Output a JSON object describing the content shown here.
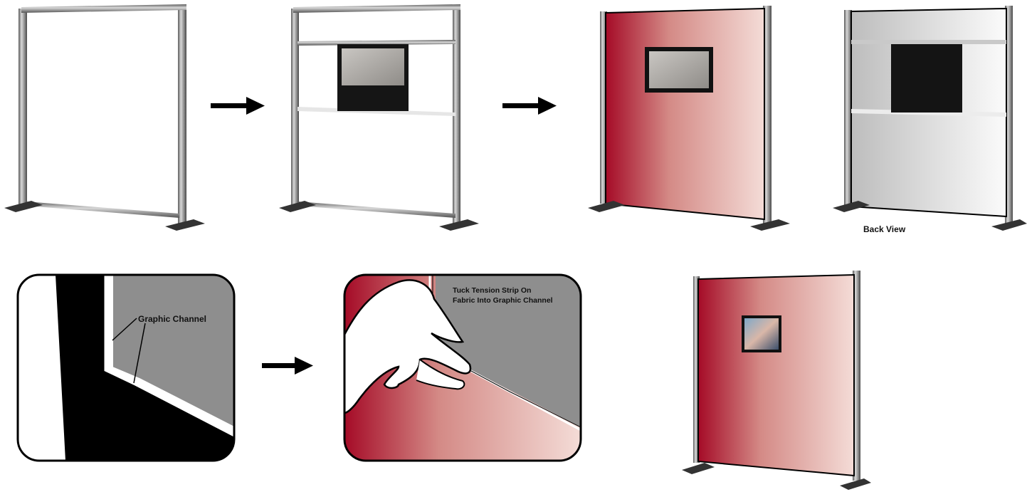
{
  "labels": {
    "back_view": "Back View",
    "graphic_channel": "Graphic Channel",
    "tuck_line1": "Tuck Tension Strip On",
    "tuck_line2": "Fabric Into Graphic Channel"
  },
  "colors": {
    "frame_metal": "#8a8a8a",
    "graphic_red": "#a80e2a",
    "graphic_light": "#f2d7d2",
    "channel_gray": "#8e8e8e",
    "screen_dark": "#111111",
    "arrow": "#000000"
  },
  "steps": [
    {
      "name": "empty-frame"
    },
    {
      "name": "frame-with-monitor"
    },
    {
      "name": "frame-with-front-graphic"
    },
    {
      "name": "frame-back-view"
    },
    {
      "name": "channel-detail"
    },
    {
      "name": "tuck-detail"
    },
    {
      "name": "finished-display"
    }
  ]
}
